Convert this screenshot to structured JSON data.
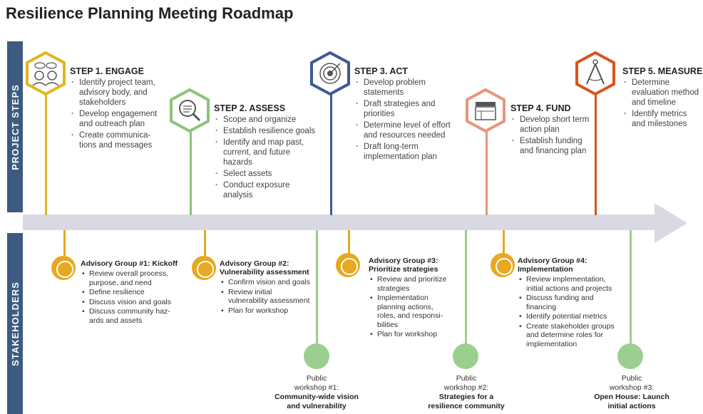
{
  "title": "Resilience Planning Meeting Roadmap",
  "bands": {
    "project_steps": "PROJECT STEPS",
    "stakeholders": "STAKEHOLDERS"
  },
  "colors": {
    "band": "#3d5a80",
    "step1": "#e0b520",
    "step2": "#8cc37a",
    "step3": "#3d5a94",
    "step4": "#e8957a",
    "step5": "#d9531e",
    "advisory": "#e8a820",
    "public": "#9bcf8f",
    "arrow": "#d9d9e3"
  },
  "steps": [
    {
      "title": "STEP 1. ENGAGE",
      "icon": "people-speech-icon",
      "items": [
        "Identify project team, advisory body, and stakeholders",
        "Develop engagement and outreach plan",
        "Create communica-tions and messages"
      ]
    },
    {
      "title": "STEP 2. ASSESS",
      "icon": "magnifier-icon",
      "items": [
        "Scope and organize",
        "Establish resilience goals",
        "Identify and map past, current, and future hazards",
        "Select assets",
        "Conduct exposure analysis"
      ]
    },
    {
      "title": "STEP 3. ACT",
      "icon": "target-icon",
      "items": [
        "Develop problem statements",
        "Draft strategies and priorities",
        "Determine level of effort and resources needed",
        "Draft long-term implementation plan"
      ]
    },
    {
      "title": "STEP 4. FUND",
      "icon": "clapperboard-icon",
      "items": [
        "Develop short term action plan",
        "Establish funding and financing plan"
      ]
    },
    {
      "title": "STEP 5. MEASURE",
      "icon": "compass-icon",
      "items": [
        "Determine evaluation method and timeline",
        "Identify metrics and milestones"
      ]
    }
  ],
  "advisory": [
    {
      "title": "Advisory Group #1: Kickoff",
      "items": [
        "Review overall process, purpose, and need",
        "Define resilience",
        "Discuss vision and goals",
        "Discuss community haz-ards and assets"
      ]
    },
    {
      "title": "Advisory Group #2: Vulnerability assessment",
      "items": [
        "Confirm vision and goals",
        "Review initial vulnerability assessment",
        "Plan for workshop"
      ]
    },
    {
      "title": "Advisory Group #3: Prioritize strategies",
      "items": [
        "Review and prioritize strategies",
        "Implementation planning actions, roles, and responsi-bilities",
        "Plan for workshop"
      ]
    },
    {
      "title": "Advisory Group #4: Implementation",
      "items": [
        "Review implementation, initial actions and projects",
        "Discuss funding and financing",
        "Identify potential metrics",
        "Create stakeholder groups and determine roles for implementation"
      ]
    }
  ],
  "public": [
    {
      "line1": "Public",
      "line2": "workshop #1:",
      "bold": "Community-wide vision and vulnerability"
    },
    {
      "line1": "Public",
      "line2": "workshop #2:",
      "bold": "Strategies for a resilience community"
    },
    {
      "line1": "Public",
      "line2": "workshop #3:",
      "bold": "Open House: Launch initial actions"
    }
  ]
}
